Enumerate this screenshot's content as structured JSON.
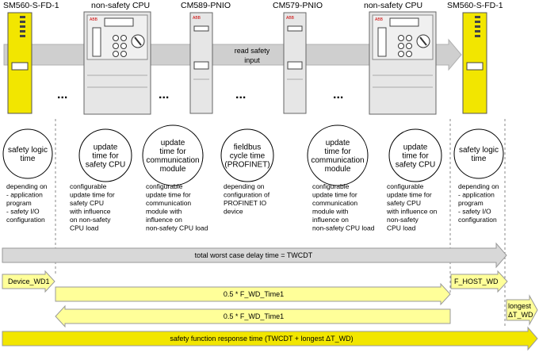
{
  "modules": [
    "SM560-S-FD-1",
    "non-safety CPU",
    "CM589-PNIO",
    "CM579-PNIO",
    "non-safety CPU",
    "SM560-S-FD-1"
  ],
  "device_brand": "ABB",
  "dots": "...",
  "read_safety_input": [
    "read safety",
    "input"
  ],
  "circles": [
    [
      "safety logic",
      "time"
    ],
    [
      "update",
      "time for",
      "safety CPU"
    ],
    [
      "update",
      "time for",
      "communication",
      "module"
    ],
    [
      "fieldbus",
      "cycle time",
      "(PROFINET)"
    ],
    [
      "update",
      "time for",
      "communication",
      "module"
    ],
    [
      "update",
      "time for",
      "safety CPU"
    ],
    [
      "safety logic",
      "time"
    ]
  ],
  "descriptions": [
    [
      "depending on",
      "- application",
      "  program",
      "- safety I/O",
      "  configuration"
    ],
    [
      "configurable",
      "update time for",
      "safety CPU",
      "with influence",
      "on non-safety",
      "CPU load"
    ],
    [
      "configurable",
      "update time for",
      "communication",
      "module with",
      "influence on",
      "non-safety CPU load"
    ],
    [
      "depending on",
      "configuration of",
      "PROFINET IO",
      "device"
    ],
    [
      "configurable",
      "update time for",
      "communication",
      "module with",
      "influence on",
      "non-safety CPU load"
    ],
    [
      "configurable",
      "update time for",
      "safety CPU",
      "with influence on",
      "non-safety",
      "CPU load"
    ],
    [
      "depending on",
      "- application",
      "  program",
      "- safety I/O",
      "  configuration"
    ]
  ],
  "bars": {
    "total": "total worst case delay time = TWCDT",
    "device_wd1": "Device_WD1",
    "f_host_wd": "F_HOST_WD",
    "half_fwd_1": "0.5 * F_WD_Time1",
    "half_fwd_2": "0.5 * F_WD_Time1",
    "longest_line1": "longest",
    "longest_line2": "ΔT_WD",
    "response": "safety function response time (TWCDT + longest ΔT_WD)"
  },
  "colors": {
    "yellow": "#f2e600",
    "light_yellow": "#ffff99",
    "gray_arrow": "#cfcfcf",
    "module_gray": "#e6e6e6"
  }
}
